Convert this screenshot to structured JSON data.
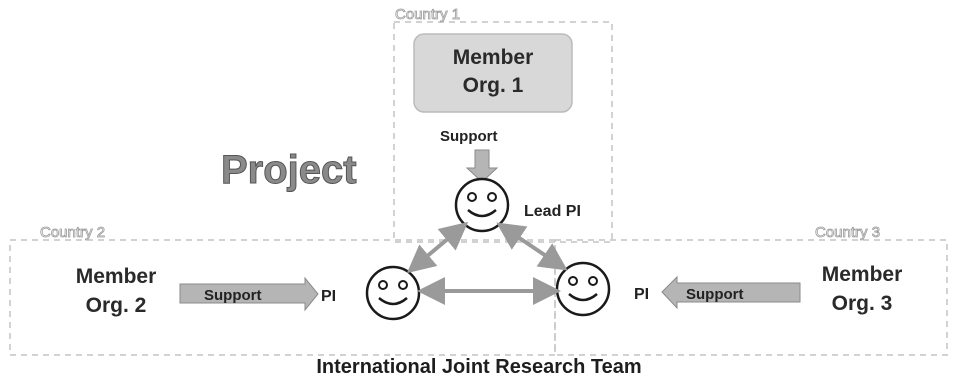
{
  "country_labels": {
    "c1": "Country 1",
    "c2": "Country 2",
    "c3": "Country 3"
  },
  "member_orgs": {
    "org1": {
      "line1": "Member",
      "line2": "Org. 1"
    },
    "org2": {
      "line1": "Member",
      "line2": "Org. 2"
    },
    "org3": {
      "line1": "Member",
      "line2": "Org. 3"
    }
  },
  "support_labels": {
    "s1": "Support",
    "s2": "Support",
    "s3": "Support"
  },
  "pi_labels": {
    "lead": "Lead PI",
    "left": "PI",
    "right": "PI"
  },
  "project_title": "Project",
  "team_title": "International Joint Research Team",
  "colors": {
    "box_fill": "#d8d8d8",
    "arrow_fill": "#b5b5b5",
    "dash": "#c4c4c4"
  }
}
